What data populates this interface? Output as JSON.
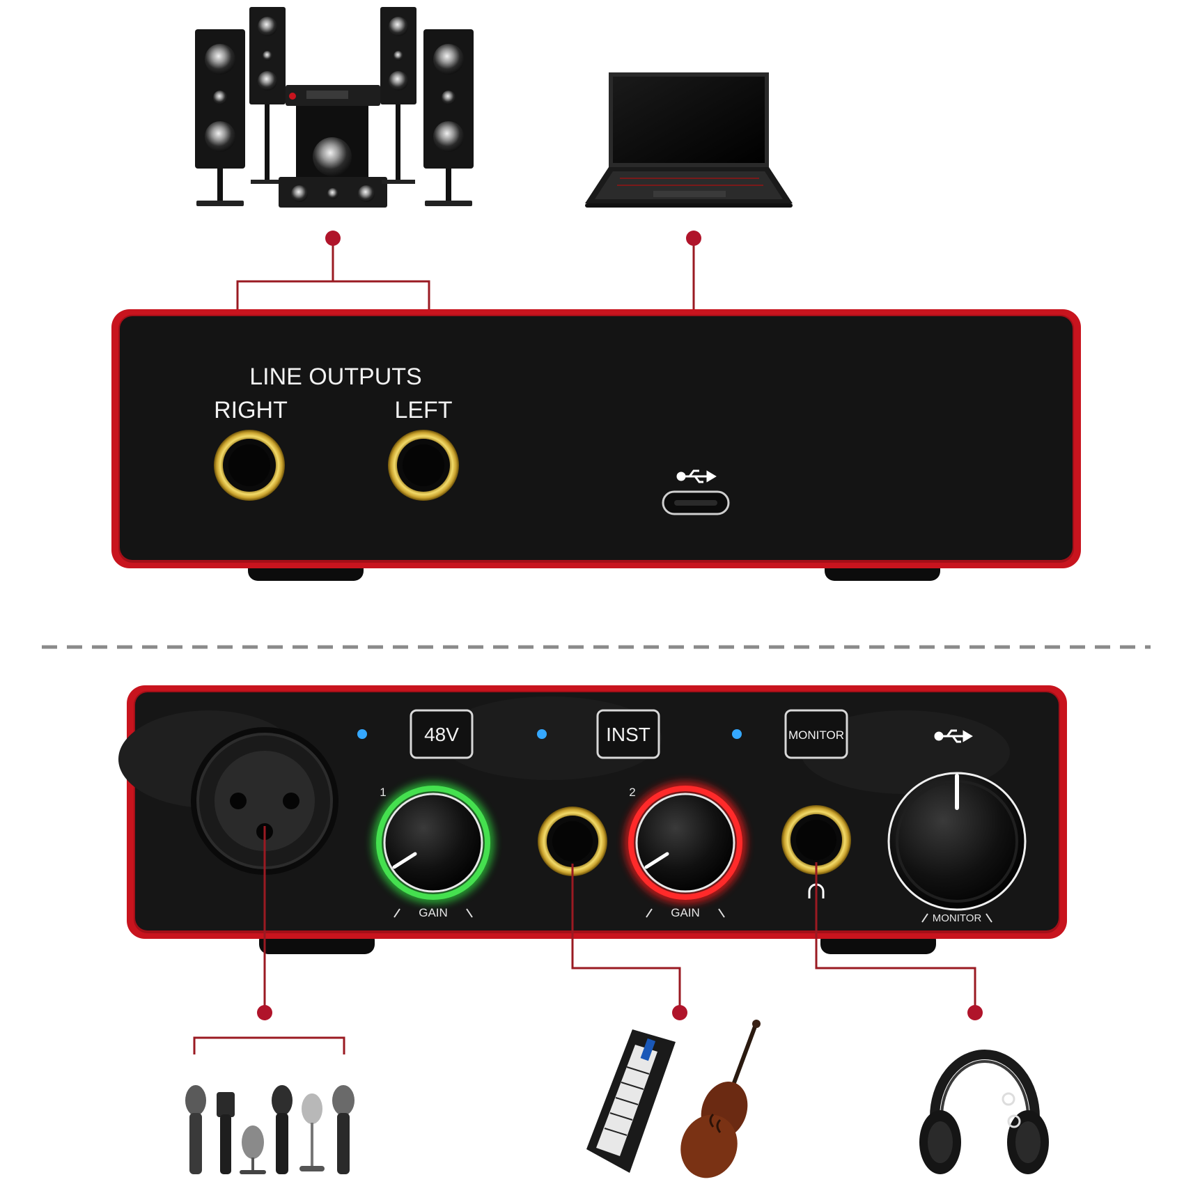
{
  "back_panel": {
    "group_label": "LINE OUTPUTS",
    "right_label": "RIGHT",
    "left_label": "LEFT"
  },
  "front_panel": {
    "button_48v": "48V",
    "button_inst": "INST",
    "button_monitor": "MONITOR",
    "channel_1": "1",
    "channel_2": "2",
    "gain_label_1": "GAIN",
    "gain_label_2": "GAIN",
    "monitor_knob_label": "MONITOR"
  },
  "colors": {
    "chassis_red": "#c8141e",
    "panel_black": "#141414",
    "connector_line": "#9a1a22",
    "gold": "#d8b53a",
    "halo_green": "#2fd43c",
    "halo_red": "#ff1a1a",
    "led_blue": "#35a8ff"
  },
  "devices": {
    "top": [
      "speaker-system",
      "laptop"
    ],
    "bottom": [
      "microphones",
      "keyboard",
      "violin",
      "headphones"
    ]
  }
}
